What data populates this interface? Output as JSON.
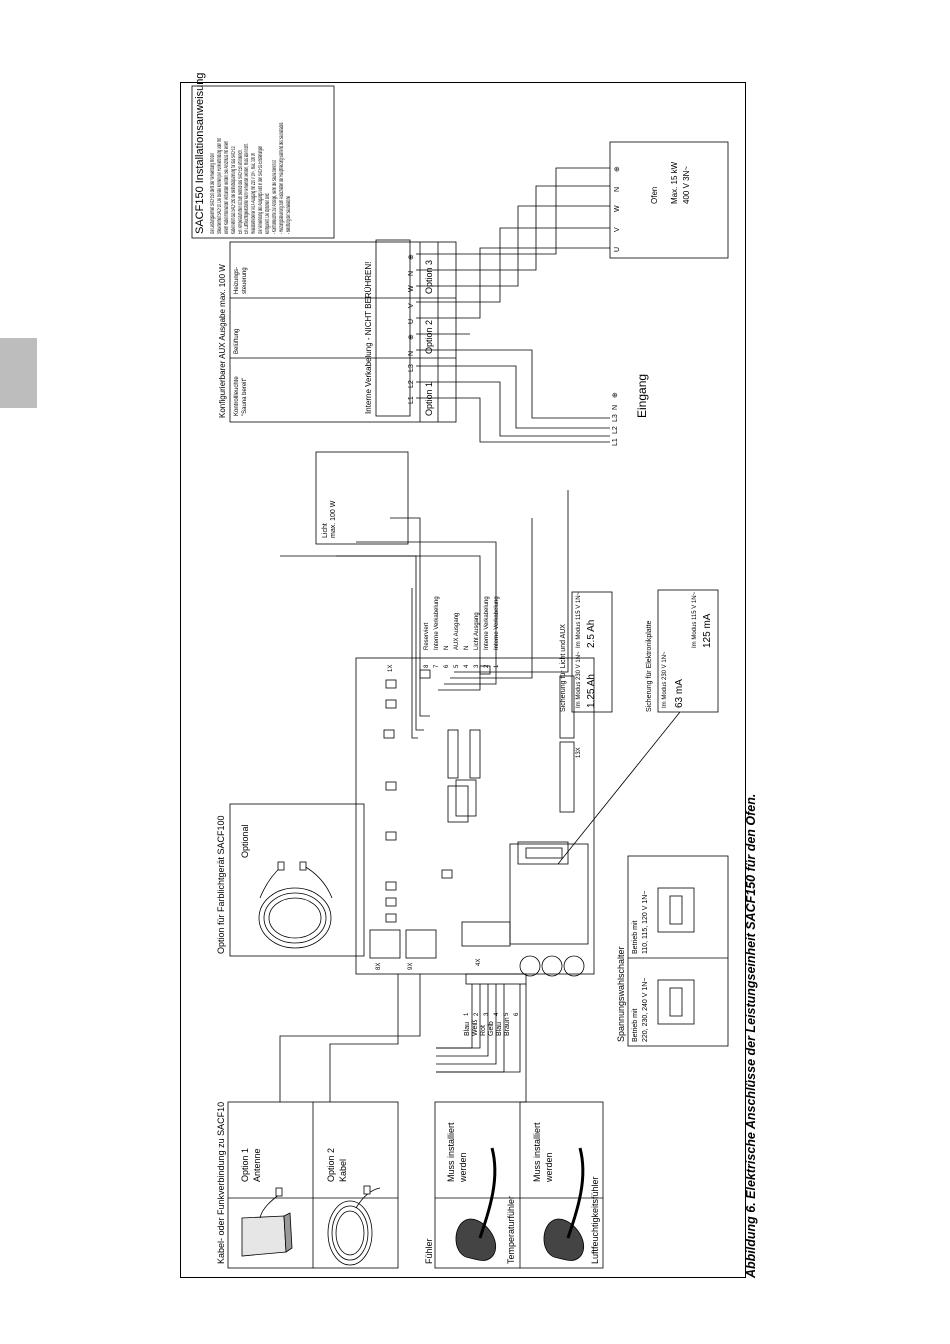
{
  "caption": "Abbildung 6. Elektrische Anschlüsse der Leistungseinheit SACF150 für den Ofen.",
  "sensors": {
    "connection_heading": "Kabel- oder Funkverbindung zu SACF10",
    "option1_label": "Option 1",
    "option1_sub": "Antenne",
    "option2_label": "Option 2",
    "option2_sub": "Kabel",
    "fuehler_heading": "Fühler",
    "must_install_1": "Muss installiert",
    "must_install_2": "werden",
    "temp_sensor": "Temperaturfühler",
    "humidity_sensor": "Luftfeuchtigkeitsfühler"
  },
  "color_light": {
    "heading": "Option für Farblichtgerät SACF100",
    "optional": "Optional"
  },
  "voltage": {
    "heading": "Spannungswahlschalter",
    "mode_a_1": "Betrieb mit",
    "mode_a_2": "220, 230, 240 V 1N~",
    "mode_b_1": "Betrieb mit",
    "mode_b_2": "110, 115, 120 V 1N~"
  },
  "board": {
    "wire_colors": [
      "Blau",
      "Weiß",
      "Rot",
      "Gelb",
      "Blau",
      "Braun"
    ],
    "connector_labels": [
      "Reserviert",
      "Interne Verkabelung",
      "N",
      "AUX Ausgang",
      "N",
      "Licht Ausgang",
      "Interne Verkabelung",
      "Interne Verkabelung"
    ],
    "pin_numbers": [
      "8",
      "7",
      "6",
      "5",
      "4",
      "3",
      "2",
      "1"
    ],
    "small_pins": [
      "1",
      "2",
      "3",
      "4",
      "5",
      "6"
    ],
    "port_8x": "8X",
    "port_9x": "9X",
    "port_4x": "4X",
    "port_13x": "13X",
    "port_1x": "1X"
  },
  "aux": {
    "heading": "Konfigurierbarer AUX Ausgabe max. 100 W",
    "option1": "Option 1",
    "option2": "Option 2",
    "option3": "Option 3",
    "opt1_desc_1": "Kontrollleuchte",
    "opt1_desc_2": "\"Sauna bereit\"",
    "opt2_desc": "Belüftung",
    "opt3_desc_1": "Heizungs-",
    "opt3_desc_2": "steuerung"
  },
  "light": {
    "label_1": "Licht",
    "label_2": "max. 100 W"
  },
  "fuses": {
    "light_aux_heading": "Sicherung für Licht und AUX",
    "mode230": "Im Modus 230 V 1N~",
    "value_a": "1.25 Ah",
    "mode115": "Im Modus 115 V 1N~",
    "value_b": "2.5 Ah",
    "pcb_heading": "Sicherung für Elektronikplatte",
    "mode230_2": "Im Modus 230 V 1N~",
    "value_c": "63 mA",
    "mode115_2": "Im Modus 115 V 1N~",
    "value_d": "125 mA"
  },
  "install": {
    "heading": "SACF150 Installationsanweisung",
    "lines": [
      "Die Leistungseinheit SACF150 dient der Verwendung mit der",
      "Steuereinheit SACF10. Die Geräte können per Funkverbindung oder mit",
      "einem Kabel miteinander verbunden werden. Bei Anschluss mit einem",
      "Kabel liefert das SACF150 die Betriebsspannung für das SACF10.",
      "Ein Temperaturfühler ist zum Betrieb des SACF150 erforderlich.",
      "Ein Luftfeuchtigkeitsfühler kann verwendet werden, muss aber nicht.",
      "Relaisbetriebener AUX-Ausgang mit 230 V 1N~, max. 100 W",
      "Die Verwendung des Ausgangs wird in den SACF10-Einstellungen",
      "konfiguriert. Die Optionen sind:",
      "- Kontrollleuchte zur Anzeige, wenn die Sauna bereit ist",
      "- Heizungssteuerung zum Ausschalten der Hauptheizung während des Saunabades",
      "- Belüftung der Saunakabine"
    ]
  },
  "terminal": {
    "heading": "Interne Verkabelung - NICHT BERÜHREN!",
    "labels": [
      "L1",
      "L2",
      "L3",
      "N",
      "⊕",
      "U",
      "V",
      "W",
      "N",
      "⊕"
    ]
  },
  "input": {
    "labels": [
      "L1",
      "L2",
      "L3",
      "N",
      "⊕"
    ],
    "title": "Eingang"
  },
  "heater": {
    "terminals": [
      "U",
      "V",
      "W",
      "N",
      "⊕"
    ],
    "name": "Ofen",
    "power": "Max. 15 kW",
    "voltage": "400 V 3N~"
  }
}
